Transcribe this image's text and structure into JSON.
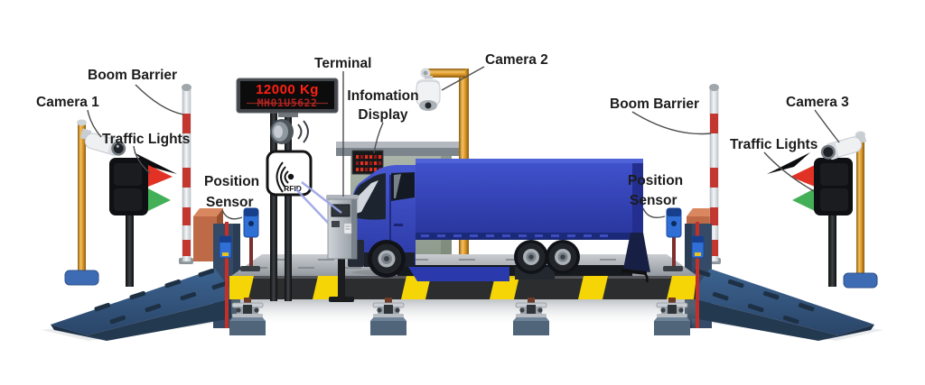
{
  "scene": {
    "description": "Truck weighbridge automation system diagram",
    "background": "#ffffff"
  },
  "labels": {
    "camera1": "Camera 1",
    "camera2": "Camera 2",
    "camera3": "Camera 3",
    "boom_barrier_left": "Boom Barrier",
    "boom_barrier_right": "Boom Barrier",
    "traffic_lights_left": "Traffic Lights",
    "traffic_lights_right": "Traffic Lights",
    "position_sensor_left": {
      "line1": "Position",
      "line2": "Sensor"
    },
    "position_sensor_right": {
      "line1": "Position",
      "line2": "Sensor"
    },
    "terminal": "Terminal",
    "information_display": {
      "line1": "Infomation",
      "line2": "Display"
    }
  },
  "led_display": {
    "weight": "12000 Kg",
    "plate": "MH01U5622"
  },
  "rfid": {
    "label": "RFID"
  },
  "colors": {
    "led_red": "#ff2012",
    "plate_red": "#b51f1f",
    "truck_blue": "#2e3ead",
    "ramp_blue": "#2e4f76",
    "hazard_yellow": "#f6d506",
    "hazard_black": "#2c2d2f",
    "pole_gold": "#dba030",
    "boom_stripe_red": "#c23730",
    "traffic_red": "#e23125",
    "traffic_green": "#43b057",
    "sensor_blue": "#2f6fd6",
    "barrier_base_orange": "#bf6a46",
    "edge_post_red": "#c62f28",
    "deck_gray": "#9aa0a6"
  }
}
